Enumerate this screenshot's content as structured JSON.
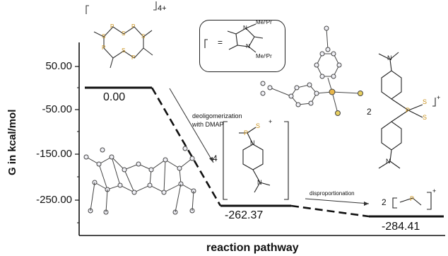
{
  "axes": {
    "ylabel": "G in kcal/mol",
    "xlabel": "reaction pathway",
    "yticks": [
      "50.00",
      "-50.00",
      "-150.00",
      "-250.00"
    ]
  },
  "levels": [
    {
      "label": "0.00",
      "value": 0.0
    },
    {
      "label": "-262.37",
      "value": -262.37
    },
    {
      "label": "-284.41",
      "value": -284.41
    }
  ],
  "annotations": {
    "step1_line1": "deoligomerization",
    "step1_line2": "with DMAP",
    "step2": "disproportionation",
    "coef_4": "4",
    "coef_2a": "2",
    "coef_2b": "2"
  },
  "structures": {
    "ring_charge": "4+",
    "legend_substituent": "Me/ⁱPr",
    "legend_equals": "=",
    "cation_plus": "+",
    "atom_P": "P",
    "atom_S": "S",
    "atom_N": "N"
  },
  "colors": {
    "P": "#c8901a",
    "S": "#c8901a",
    "line": "#111111"
  }
}
